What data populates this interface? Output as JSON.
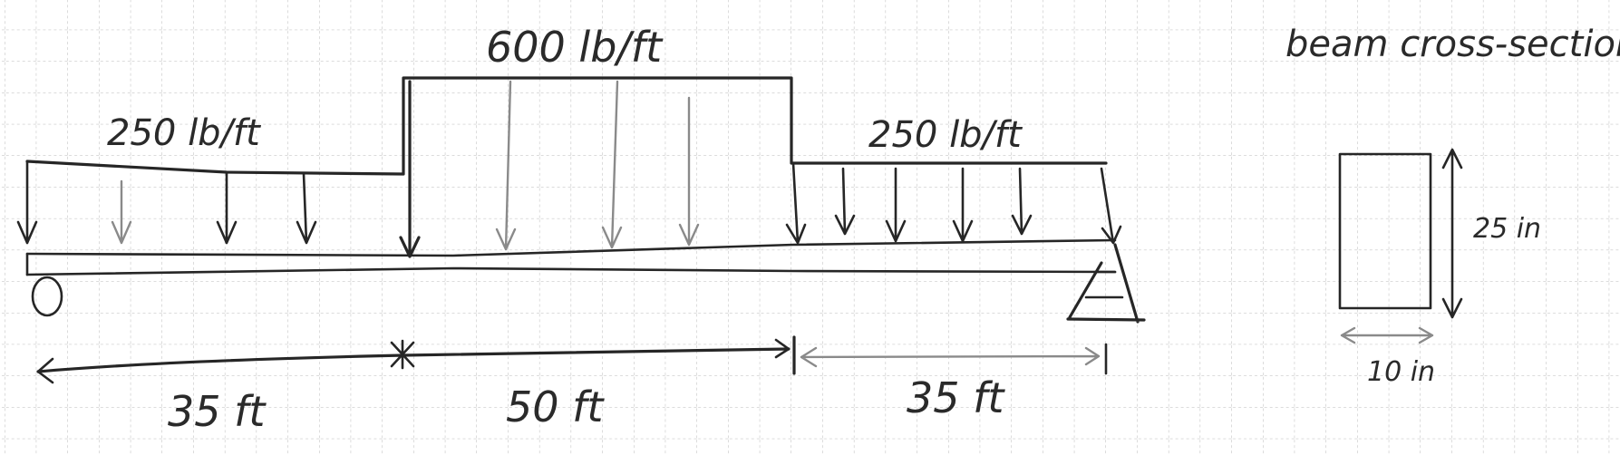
{
  "loads": {
    "left": "250 lb/ft",
    "middle": "600 lb/ft",
    "right": "250 lb/ft"
  },
  "spans": {
    "first": "35 ft",
    "second": "50 ft",
    "third": "35 ft"
  },
  "cross_section": {
    "title": "beam cross-section",
    "height": "25 in",
    "width": "10 in"
  }
}
